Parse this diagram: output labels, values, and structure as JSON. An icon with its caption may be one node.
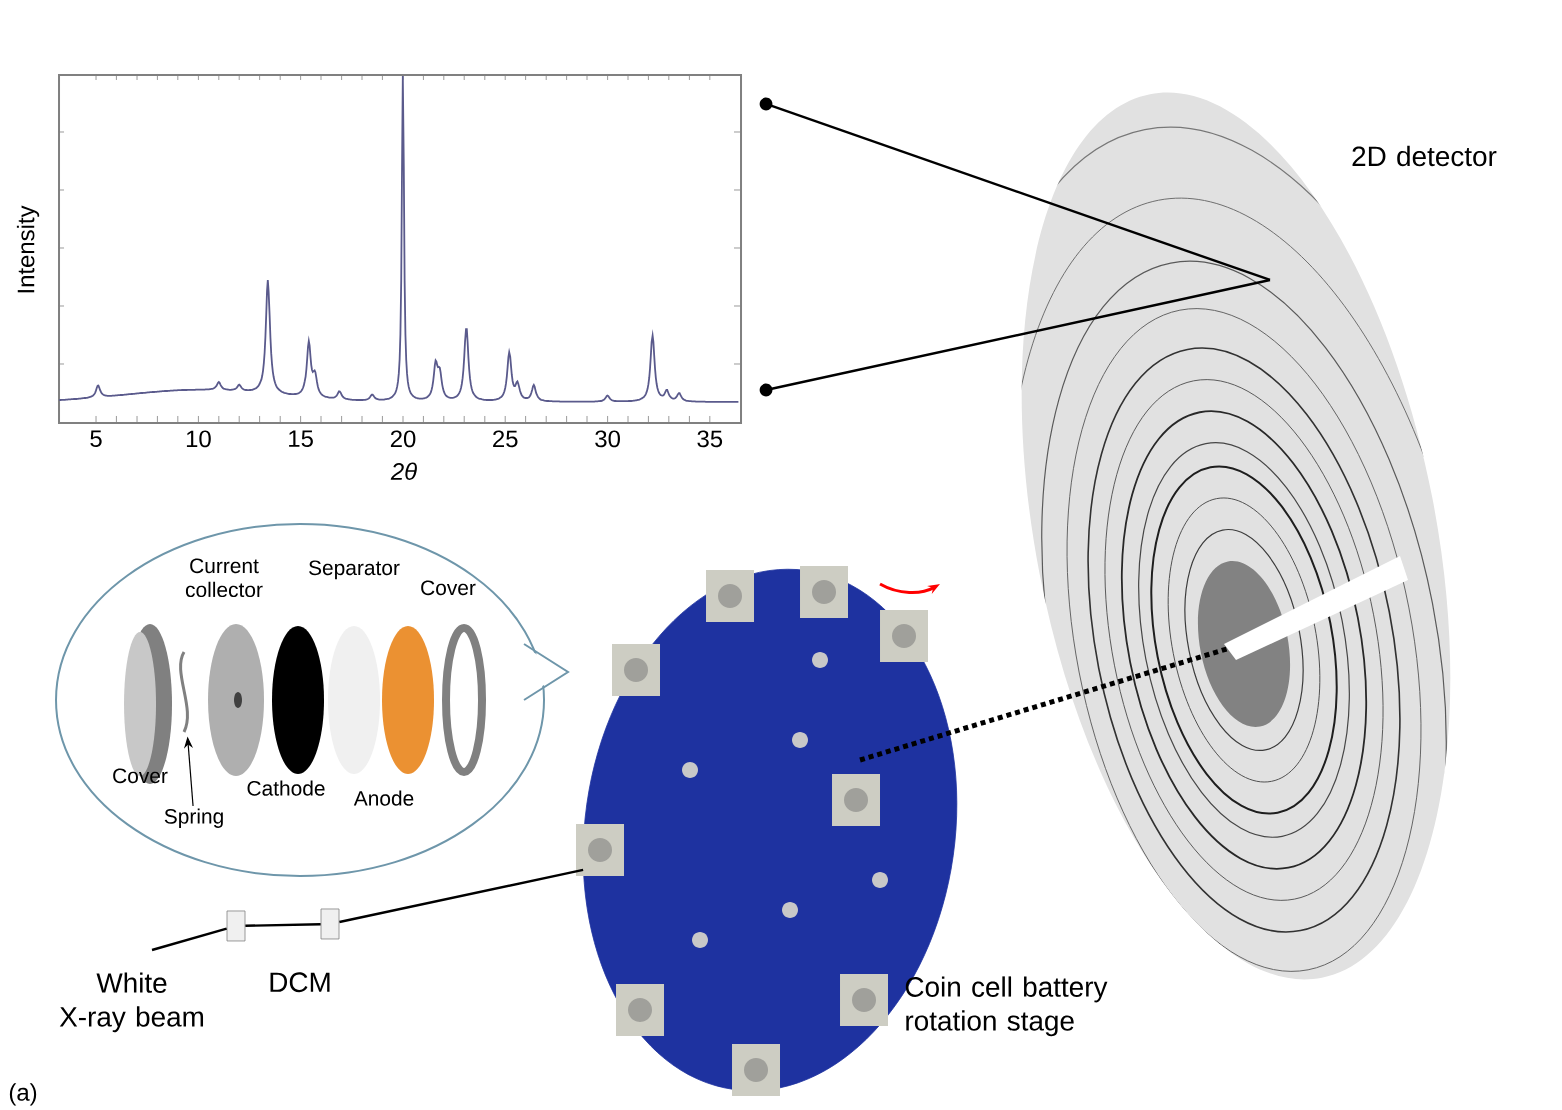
{
  "diagram": {
    "nodes": [
      {
        "text": [],
        "shape": "picture",
        "beside": [
          "Intensity",
          "5",
          "10",
          "15",
          "20",
          "25",
          "30",
          "35",
          "2θ"
        ]
      },
      {
        "text": [],
        "shape": "picture",
        "beside": [
          "2D detector"
        ]
      },
      {
        "text": [
          "Current collector",
          "Separator",
          "Cover",
          "Cover",
          "Cathode",
          "Anode"
        ]
      },
      {
        "text": [
          "Spring"
        ],
        "in": 2
      },
      {
        "text": [],
        "shape": "picture",
        "in": 2
      },
      {
        "text": [],
        "shape": "picture",
        "beside": [
          "Coin cell battery rotation stage"
        ]
      },
      {
        "text": [],
        "shape": "box",
        "beside": [
          "White X-ray beam"
        ]
      },
      {
        "text": [],
        "shape": "box",
        "beside": [
          "DCM"
        ]
      }
    ],
    "edges": [
      {
        "from": 1,
        "to": 0,
        "arrow": "none"
      },
      {
        "from": 1,
        "to": 0,
        "arrow": "none"
      },
      {
        "from": 3,
        "to": 4,
        "arrow": "to"
      },
      {
        "from": null,
        "to": 6,
        "arrow": "none"
      },
      {
        "from": 6,
        "to": 7,
        "arrow": "none"
      },
      {
        "from": 7,
        "to": 5,
        "arrow": "none"
      },
      {
        "from": 5,
        "to": 1,
        "arrow": "none",
        "style": "dashed"
      }
    ],
    "labels": [
      "(a)"
    ]
  }
}
